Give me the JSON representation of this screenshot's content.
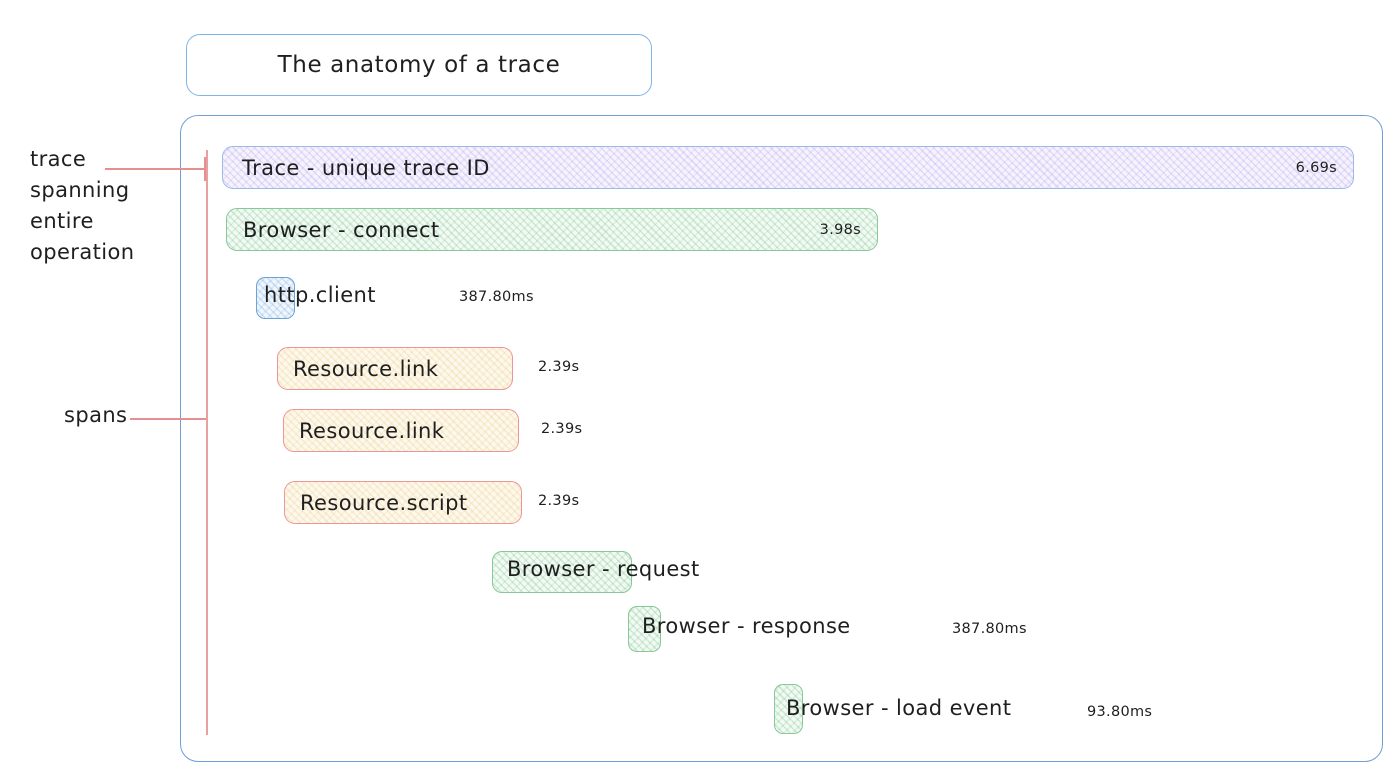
{
  "title": "The anatomy of a trace",
  "annotations": {
    "trace_pointer_lines": [
      "trace",
      "spanning",
      "entire",
      "operation"
    ],
    "spans_label": "spans"
  },
  "trace": {
    "label": "Trace - unique trace ID",
    "duration": "6.69s"
  },
  "spans": [
    {
      "label": "Browser - connect",
      "duration": "3.98s",
      "color_name": "green"
    },
    {
      "label": "http.client",
      "duration": "387.80ms",
      "color_name": "blue"
    },
    {
      "label": "Resource.link",
      "duration": "2.39s",
      "color_name": "yellow"
    },
    {
      "label": "Resource.link",
      "duration": "2.39s",
      "color_name": "yellow"
    },
    {
      "label": "Resource.script",
      "duration": "2.39s",
      "color_name": "yellow"
    },
    {
      "label": "Browser - request",
      "duration": "",
      "color_name": "green"
    },
    {
      "label": "Browser - response",
      "duration": "387.80ms",
      "color_name": "green"
    },
    {
      "label": "Browser - load event",
      "duration": "93.80ms",
      "color_name": "green"
    }
  ],
  "colors": {
    "container_border": "#6e9fd8",
    "title_border": "#7db5e8",
    "trace_fill": "#efe9fb",
    "trace_border": "#9db9ea",
    "green_fill": "#e3f5e7",
    "green_border": "#87c997",
    "blue_fill": "#e3effb",
    "blue_border": "#6ba3d8",
    "yellow_fill": "#fdf6e3",
    "yellow_border": "#ee9595",
    "annotation_line": "#e49090",
    "text": "#1f1f1f"
  }
}
